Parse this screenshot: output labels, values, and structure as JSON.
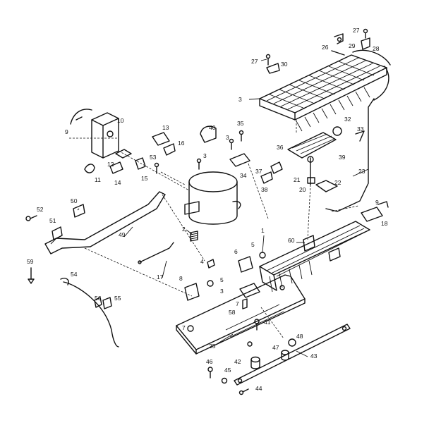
{
  "labels": {
    "l1": "1",
    "l2": "2",
    "l3a": "3",
    "l3b": "3",
    "l3c": "3",
    "l3d": "3",
    "l4": "4",
    "l5a": "5",
    "l5b": "5",
    "l6": "6",
    "l7a": "7",
    "l7b": "7",
    "l8": "8",
    "l9a": "9",
    "l9b": "9",
    "l10": "10",
    "l11": "11",
    "l12": "12",
    "l13": "13",
    "l14": "14",
    "l15": "15",
    "l16": "16",
    "l17": "17",
    "l18": "18",
    "l20": "20",
    "l21": "21",
    "l22": "22",
    "l23": "23",
    "l25": "25",
    "l26": "26",
    "l27a": "27",
    "l27b": "27",
    "l28": "28",
    "l29": "29",
    "l30": "30",
    "l32": "32",
    "l33": "33",
    "l34": "34",
    "l35": "35",
    "l36": "36",
    "l37": "37",
    "l38": "38",
    "l39": "39",
    "l40": "40",
    "l41": "41",
    "l42": "42",
    "l43": "43",
    "l44": "44",
    "l45": "45",
    "l46": "46",
    "l47": "47",
    "l48": "48",
    "l49": "49",
    "l50": "50",
    "l51": "51",
    "l52": "52",
    "l53": "53",
    "l54": "54",
    "l55": "55",
    "l56": "56",
    "l58": "58",
    "l59": "59",
    "l60": "60"
  }
}
